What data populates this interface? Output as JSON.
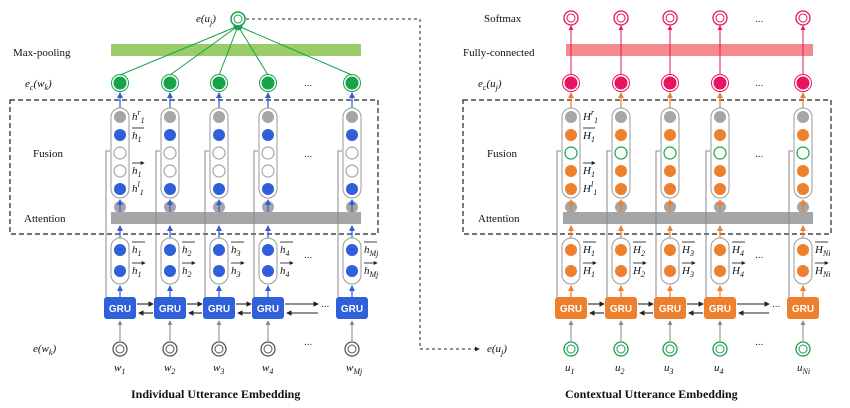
{
  "colors": {
    "blue": "#2F5FD9",
    "green": "#16A34A",
    "green_bar": "#9ACD69",
    "orange": "#EE7F2D",
    "pink": "#E8135E",
    "pink_bar": "#F4898E",
    "gray": "#A6A6A6",
    "attention_bar": "#A6A6A6"
  },
  "left": {
    "caption": "Individual Utterance Embedding",
    "top_node_label": "e(u",
    "top_node_sub": "j",
    "pool_label": "Max-pooling",
    "out_label_prefix": "e",
    "out_label_mid": "c",
    "out_label_arg": "w",
    "out_label_arg_sub": "k",
    "fusion_label": "Fusion",
    "attention_label": "Attention",
    "input_label": "e(w",
    "input_label_sub": "k",
    "gru_label": "GRU",
    "ellipsis": "...",
    "fusion_tags": [
      "h",
      "h",
      "h",
      "h"
    ],
    "fusion_tag_subs": [
      "1",
      "1",
      "1",
      "1"
    ],
    "fusion_tag_sups": [
      "r",
      "",
      "",
      "l"
    ],
    "hidden_subs_top": [
      "1",
      "2",
      "3",
      "4",
      "Mj"
    ],
    "hidden_subs_bottom": [
      "1",
      "2",
      "3",
      "4",
      "Mj"
    ],
    "hidden_letter": "h",
    "input_letter": "w",
    "input_subs": [
      "1",
      "2",
      "3",
      "4",
      "Mj"
    ]
  },
  "right": {
    "caption": "Contextual Utterance Embedding",
    "softmax_label": "Softmax",
    "fc_label": "Fully-connected",
    "out_label_prefix": "e",
    "out_label_mid": "c",
    "out_label_arg": "u",
    "out_label_arg_sub": "j",
    "fusion_label": "Fusion",
    "attention_label": "Attention",
    "input_label": "e(u",
    "input_label_sub": "j",
    "gru_label": "GRU",
    "ellipsis": "...",
    "fusion_tags": [
      "H",
      "H",
      "H",
      "H"
    ],
    "fusion_tag_subs": [
      "1",
      "1",
      "1",
      "1"
    ],
    "fusion_tag_sups": [
      "r",
      "",
      "",
      "l"
    ],
    "hidden_letter": "H",
    "hidden_subs_top": [
      "1",
      "2",
      "3",
      "4",
      "Ni"
    ],
    "hidden_subs_bottom": [
      "1",
      "2",
      "3",
      "4",
      "Ni"
    ],
    "input_letter": "u",
    "input_subs": [
      "1",
      "2",
      "3",
      "4",
      "Ni"
    ]
  }
}
